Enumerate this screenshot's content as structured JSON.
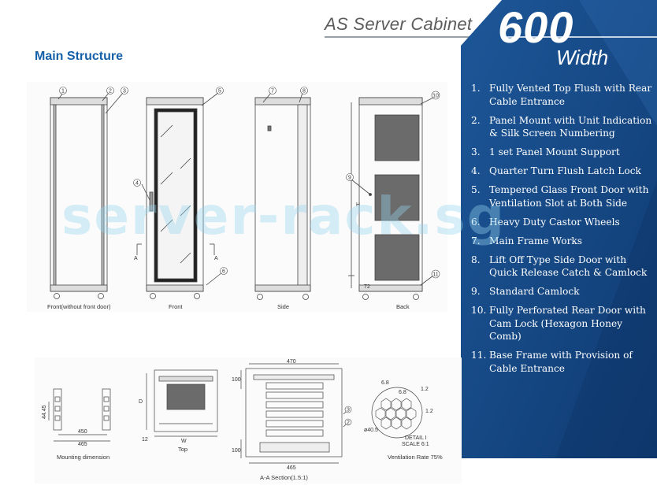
{
  "header": {
    "product_title": "AS Server Cabinet",
    "size_number": "600",
    "size_label": "Width"
  },
  "main_heading": "Main Structure",
  "features": [
    {
      "num": "1.",
      "text": "Fully Vented Top Flush with Rear Cable Entrance"
    },
    {
      "num": "2.",
      "text": "Panel Mount with Unit Indication & Silk Screen Numbering"
    },
    {
      "num": "3.",
      "text": "1 set Panel Mount Support"
    },
    {
      "num": "4.",
      "text": "Quarter Turn Flush Latch Lock"
    },
    {
      "num": "5.",
      "text": "Tempered Glass Front Door with Ventilation Slot at Both Side"
    },
    {
      "num": "6.",
      "text": "Heavy Duty Castor Wheels"
    },
    {
      "num": "7.",
      "text": "Main Frame Works"
    },
    {
      "num": "8.",
      "text": "Lift Off Type Side Door with Quick Release Catch & Camlock"
    },
    {
      "num": "9.",
      "text": "Standard Camlock"
    },
    {
      "num": "10.",
      "text": "Fully Perforated Rear Door with Cam Lock (Hexagon Honey Comb)"
    },
    {
      "num": "11.",
      "text": "Base Frame with Provision of Cable Entrance"
    }
  ],
  "structure_drawing": {
    "views": {
      "front_without_door": "Front(without front door)",
      "front": "Front",
      "side": "Side",
      "back": "Back"
    },
    "callouts": [
      "1",
      "2",
      "3",
      "4",
      "5",
      "6",
      "7",
      "8",
      "9",
      "10",
      "11"
    ],
    "section_marks": [
      "A",
      "A"
    ],
    "dimensions": {
      "height": "H",
      "base": "72"
    }
  },
  "dimension_drawing": {
    "mounting": {
      "caption": "Mounting dimension",
      "d1": "44.45",
      "d2": "450",
      "d3": "465"
    },
    "top": {
      "caption": "Top",
      "depth": "D",
      "width": "W",
      "offset": "12"
    },
    "section": {
      "caption": "A-A Section(1.5:1)",
      "width_top": "470",
      "width_bottom": "465",
      "dim_top": "100",
      "dim_bottom": "100",
      "callouts": [
        "3",
        "2"
      ]
    },
    "detail": {
      "title": "DETAIL I",
      "scale": "SCALE 6:1",
      "rate": "Ventilation Rate 75%",
      "d1": "6.8",
      "d2": "6.8",
      "d3": "1.2",
      "d4": "1.2",
      "dia": "ø40.5"
    }
  },
  "watermark": "server-rack.sg",
  "colors": {
    "panel_blue": "#1a4f8e",
    "heading_blue": "#1560a8",
    "title_gray": "#5c5c5c"
  }
}
